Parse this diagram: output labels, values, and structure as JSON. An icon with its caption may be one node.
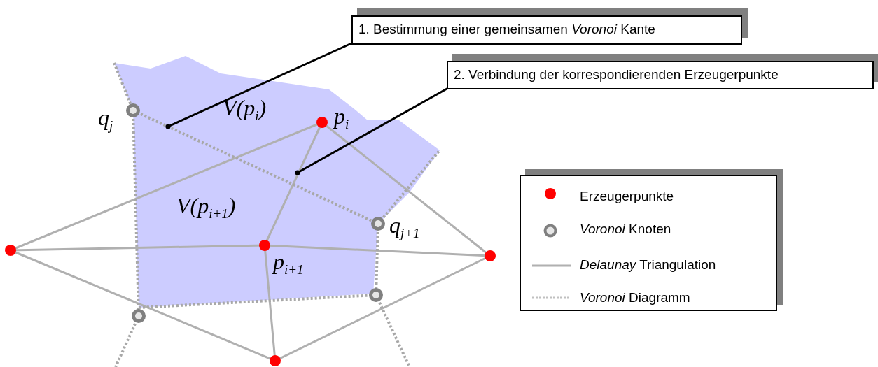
{
  "diagram": {
    "nodes": [
      {
        "text": [
          "1. Bestimmung einer gemeinsamen *Voronoi* Kante"
        ]
      },
      {
        "text": [
          "2. Verbindung der korrespondierenden Erzeugerpunkte"
        ]
      }
    ],
    "edges": [
      {
        "from": 0,
        "to": null,
        "arrow": "other"
      },
      {
        "from": 1,
        "to": null,
        "arrow": "other"
      }
    ],
    "labels": [
      "*q*$_{j}$",
      "*V*(*p*$_{i}$)",
      "*p*$_{i}$",
      "*V*(*p*$_{i+1}$)",
      "*p*$_{i+1}$",
      "*q*$_{j+1}$"
    ],
    "legend": [
      {
        "text": "Erzeugerpunkte"
      },
      {
        "text": "*Voronoi* Knoten"
      },
      {
        "text": "*Delaunay* Triangulation"
      },
      {
        "text": "*Voronoi* Diagramm"
      }
    ]
  }
}
